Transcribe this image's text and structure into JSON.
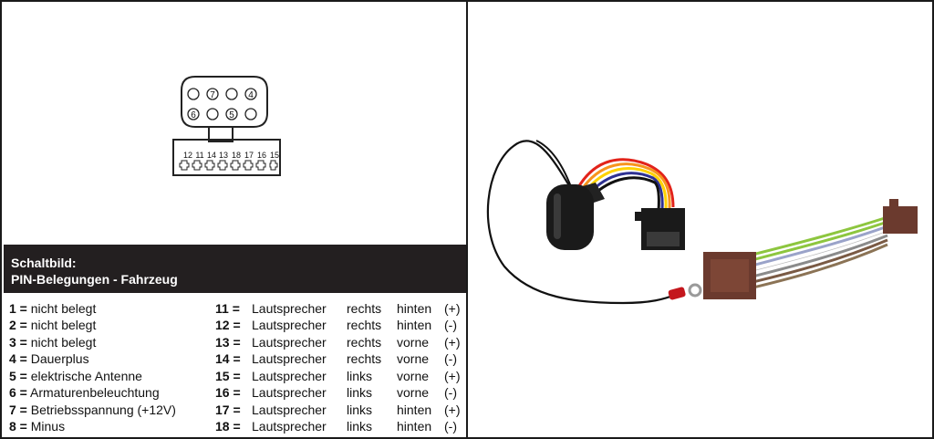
{
  "connector": {
    "round_pins": [
      "7",
      "4",
      "6",
      "5"
    ],
    "iso_pins": [
      "12",
      "11",
      "14",
      "13",
      "18",
      "17",
      "16",
      "15"
    ]
  },
  "header": {
    "title": "Schaltbild:",
    "subtitle": "PIN-Belegungen - Fahrzeug"
  },
  "pins_left": [
    {
      "num": "1 =",
      "desc": "nicht belegt"
    },
    {
      "num": "2 =",
      "desc": "nicht belegt"
    },
    {
      "num": "3 =",
      "desc": "nicht belegt"
    },
    {
      "num": "4 =",
      "desc": "Dauerplus"
    },
    {
      "num": "5 =",
      "desc": "elektrische Antenne"
    },
    {
      "num": "6 =",
      "desc": "Armaturenbeleuchtung"
    },
    {
      "num": "7 =",
      "desc": "Betriebsspannung (+12V)"
    },
    {
      "num": "8 =",
      "desc": "Minus"
    }
  ],
  "pins_right": [
    {
      "num": "11 =",
      "a": "Lautsprecher",
      "b": "rechts",
      "c": "hinten",
      "d": "(+)"
    },
    {
      "num": "12 =",
      "a": "Lautsprecher",
      "b": "rechts",
      "c": "hinten",
      "d": "(-)"
    },
    {
      "num": "13 =",
      "a": "Lautsprecher",
      "b": "rechts",
      "c": "vorne",
      "d": "(+)"
    },
    {
      "num": "14 =",
      "a": "Lautsprecher",
      "b": "rechts",
      "c": "vorne",
      "d": "(-)"
    },
    {
      "num": "15 =",
      "a": "Lautsprecher",
      "b": "links",
      "c": "vorne",
      "d": "(+)"
    },
    {
      "num": "16 =",
      "a": "Lautsprecher",
      "b": "links",
      "c": "vorne",
      "d": "(-)"
    },
    {
      "num": "17 =",
      "a": "Lautsprecher",
      "b": "links",
      "c": "hinten",
      "d": "(+)"
    },
    {
      "num": "18 =",
      "a": "Lautsprecher",
      "b": "links",
      "c": "hinten",
      "d": "(-)"
    }
  ],
  "colors": {
    "header_bg": "#231f20",
    "plug_brown": "#6b3a2e",
    "plug_black": "#1a1a1a"
  }
}
